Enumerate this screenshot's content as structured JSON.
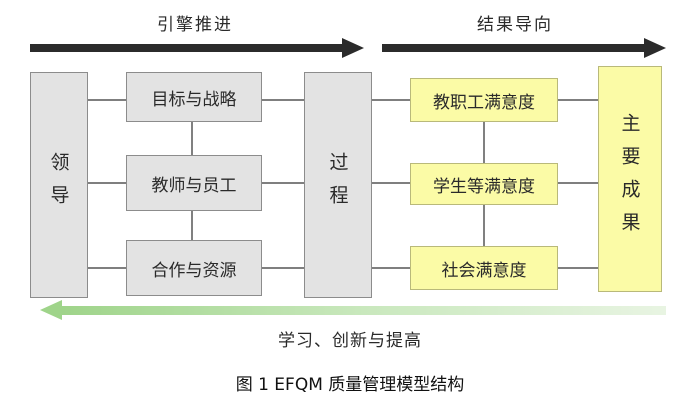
{
  "diagram": {
    "top_labels": {
      "enablers": "引擎推进",
      "results": "结果导向"
    },
    "boxes": {
      "leadership": "领导",
      "goals_strategy": "目标与战略",
      "teachers_staff": "教师与员工",
      "cooperation_resources": "合作与资源",
      "process": "过程",
      "staff_satisfaction": "教职工满意度",
      "student_satisfaction": "学生等满意度",
      "society_satisfaction": "社会满意度",
      "key_results": "主要成果"
    },
    "bottom_label": "学习、创新与提高",
    "caption": "图 1 EFQM 质量管理模型结构"
  },
  "colors": {
    "gray_box": "#e3e3e3",
    "yellow_box": "#fbfba6",
    "dark_arrow": "#2b2b2b",
    "green_arrow": "#9fd48a"
  }
}
